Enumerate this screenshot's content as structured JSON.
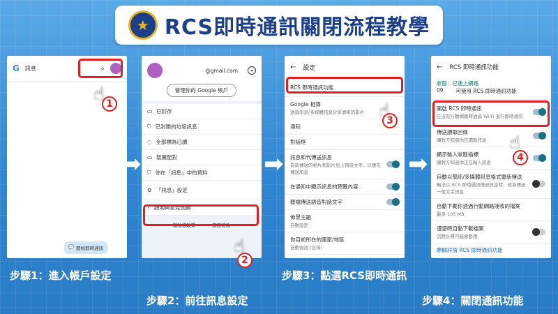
{
  "banner": {
    "title": "RCS即時通訊關閉流程教學",
    "badge_icon": "police-badge-icon"
  },
  "steps": {
    "s1": "步驟1：進入帳戶設定",
    "s2": "步驟2：前往訊息設定",
    "s3": "步驟3：點選RCS即時通訊",
    "s4": "步驟4：關閉通訊功能"
  },
  "numbers": [
    "1",
    "2",
    "3",
    "4"
  ],
  "phone1": {
    "search_text": "訊息",
    "fab_label": "開始即時通訊"
  },
  "phone2": {
    "email": "@gmail.com",
    "manage_button": "管理你的 Google 帳戶",
    "items": [
      "已封存",
      "已封鎖的垃圾訊息",
      "全部標為已讀",
      "裝置配對",
      "你在「訊息」中的資料",
      "「訊息」設定",
      "說明與意見回饋"
    ],
    "footer": [
      "隱私權政策",
      "服務條款"
    ]
  },
  "phone3": {
    "header": "設定",
    "rcs": "RCS 即時通訊功能",
    "google_photos": "Google 相簿",
    "google_photos_sub": "透過訊息/多媒體訊息分享清晰的影片",
    "notifications": "通知",
    "chat_bubbles": "對話框",
    "items": [
      {
        "title": "訊息和代傳送訊息",
        "sub": "為新傳送的相片和影片加上預設文字，以便在傳送訊息"
      },
      {
        "title": "在通知中顯示訊息的預覽內容",
        "sub": ""
      },
      {
        "title": "聽檔傳送語音對話文字",
        "sub": ""
      }
    ],
    "theme_title": "佈景主題",
    "theme_sub": "自動設定",
    "region_title": "你目前所在的國家/地區",
    "region_sub": "自動偵測 (台灣)"
  },
  "phone4": {
    "header": "RCS 即時通訊功能",
    "status_label": "狀態：已連上網路",
    "status_num": "09",
    "status_sub": "可使用 RCS 即時通訊功能",
    "toggle_main_title": "開啟 RCS 即時通訊",
    "toggle_main_sub": "在沒有行動網路時透過 Wi-Fi 進行即時通訊",
    "read_receipts": "傳送讀取回條",
    "read_sub": "讓對方知道你已讀取訊息",
    "typing": "顯示輸入狀態指標",
    "typing_sub": "讓對方知道你正在輸入訊息",
    "fallback_title": "自動以簡訊/多媒體訊息格式重新傳送",
    "fallback_sub": "無法以 RCS 即時通訊傳送訊息時，改為傳送一般文字訊息",
    "download_title": "自動下載你透過行動網路接收的檔案",
    "download_sub": "最多 105 MB",
    "roaming_title": "漫遊時自動下載檔案",
    "roaming_sub": "沉默計費可能會套用",
    "more_link": "瞭解詳情 RCS 即時通訊功能"
  }
}
